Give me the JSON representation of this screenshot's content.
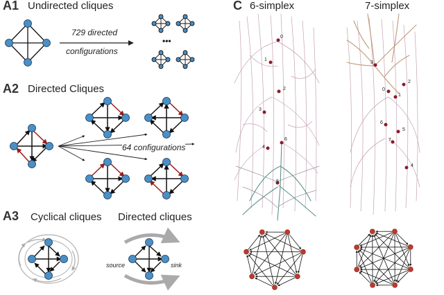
{
  "panels": {
    "a1": {
      "id": "A1",
      "title": "Undirected cliques",
      "arrow_top": "729 directed",
      "arrow_bottom": "configurations",
      "ellipsis": "•••"
    },
    "a2": {
      "id": "A2",
      "title": "Directed Cliques",
      "configurations": "64 configurations"
    },
    "a3": {
      "id": "A3",
      "title_left": "Cyclical cliques",
      "title_right": "Directed cliques",
      "source": "source",
      "sink": "sink"
    },
    "c": {
      "id": "C",
      "left_title": "6-simplex",
      "right_title": "7-simplex",
      "left_labels": [
        "0",
        "1",
        "2",
        "3",
        "4",
        "6",
        "5"
      ],
      "right_labels": [
        "3",
        "2",
        "0",
        "1",
        "6",
        "5",
        "7",
        "4"
      ]
    }
  },
  "colors": {
    "node": "#4a90c8",
    "node_stroke": "#1a3550",
    "edge": "#111111",
    "red_edge": "#9a1a1a",
    "gray": "#aaaaaa",
    "red_node": "#c0392b"
  }
}
